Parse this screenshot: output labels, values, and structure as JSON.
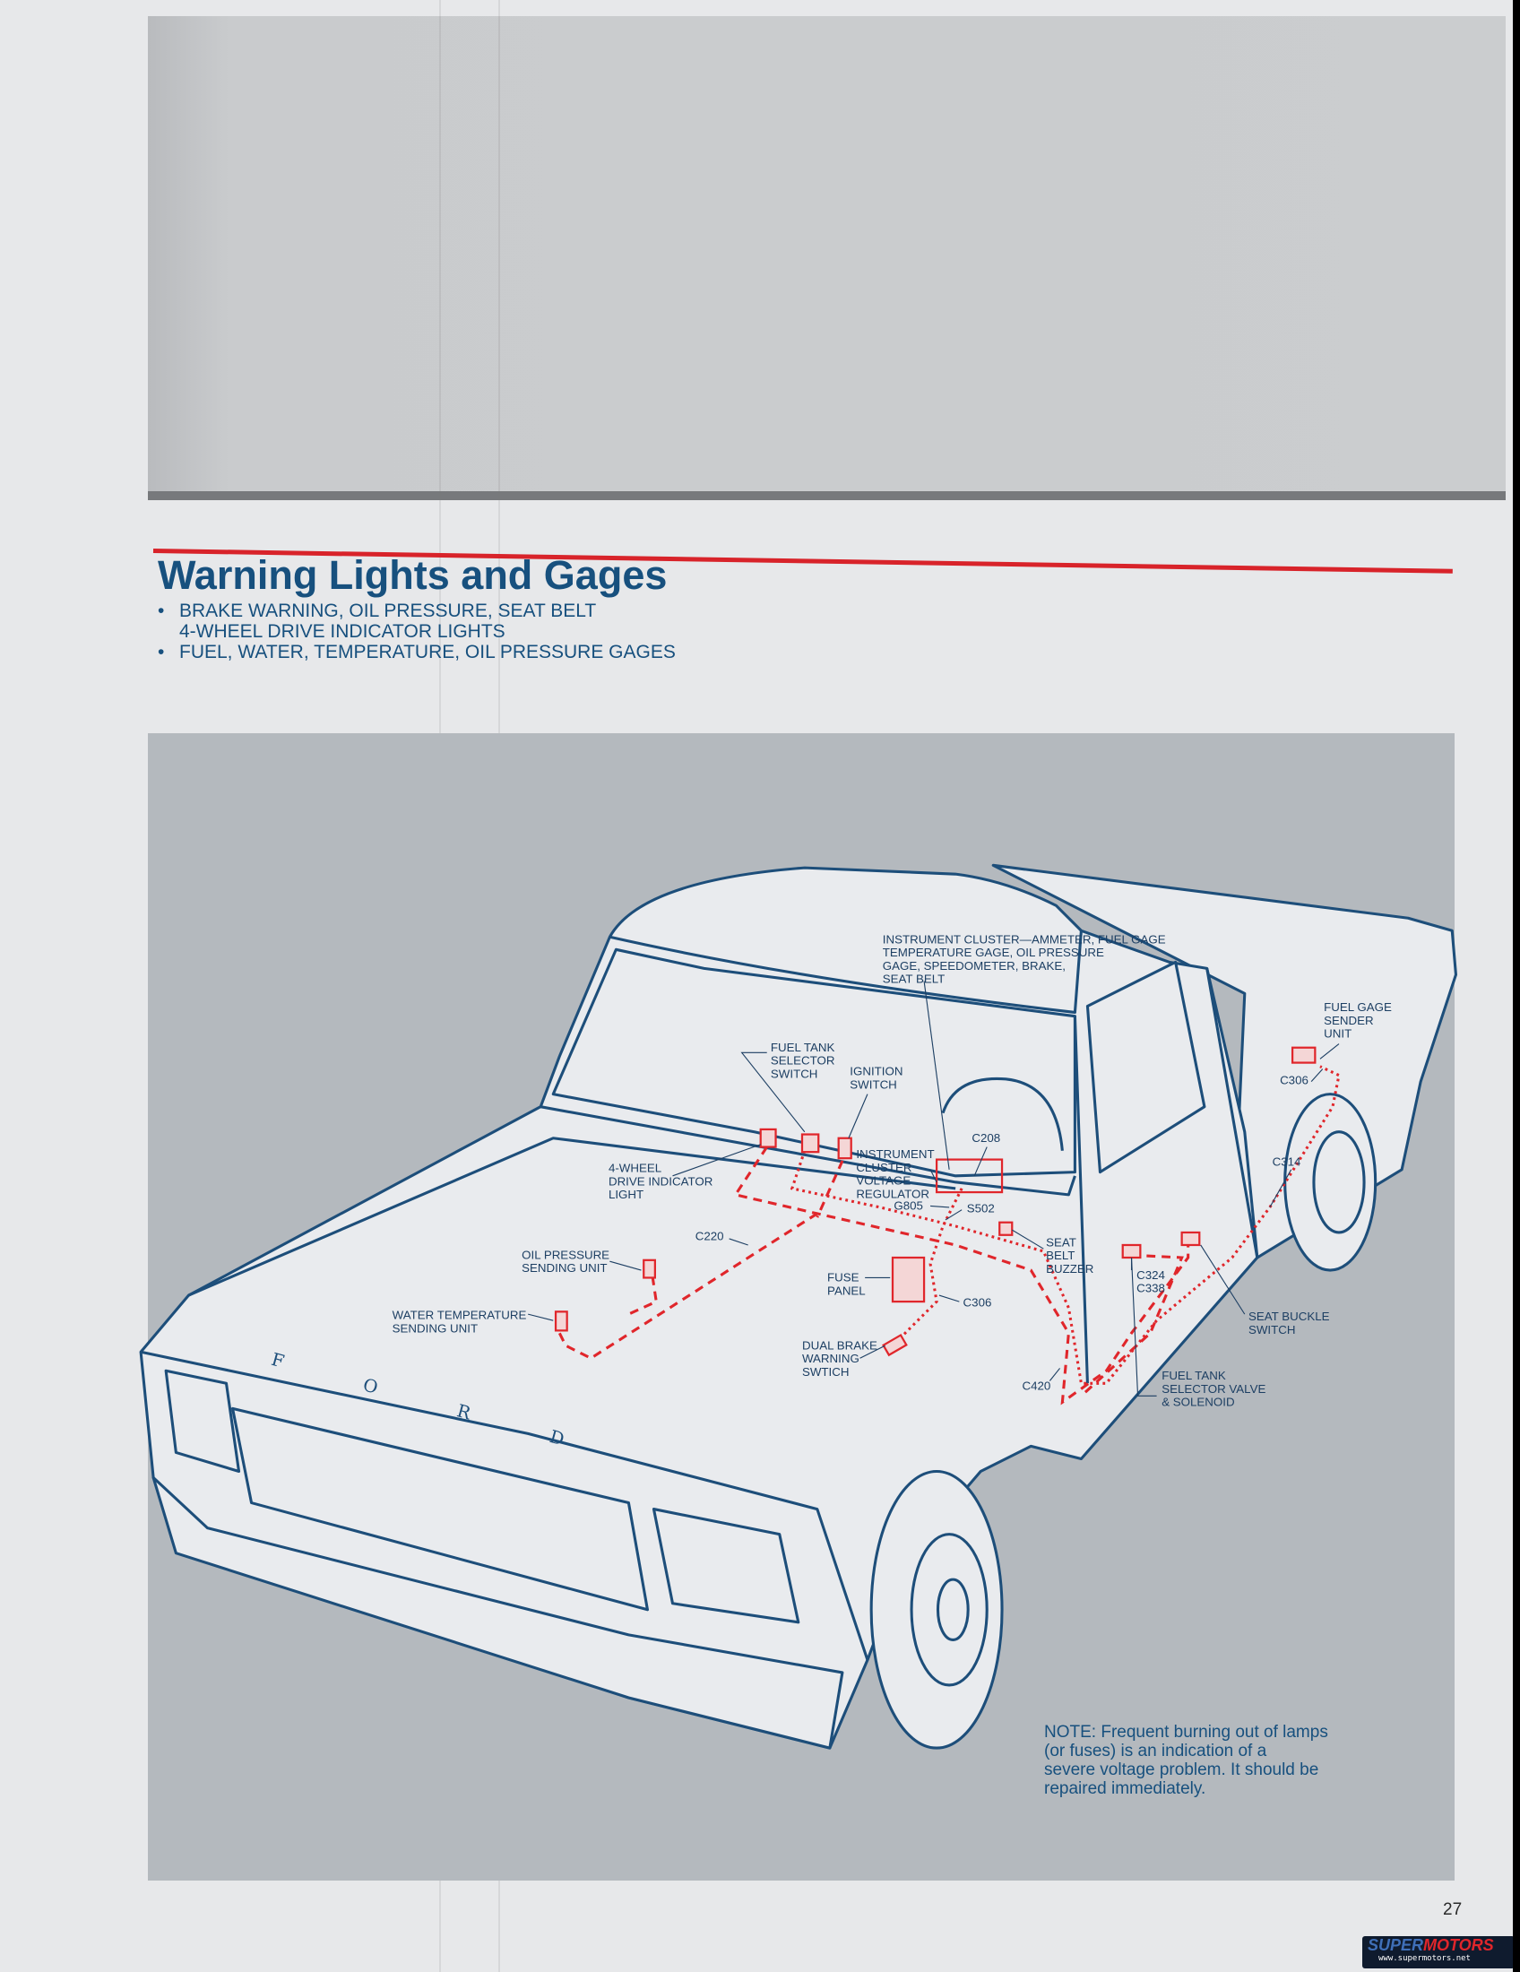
{
  "header": {
    "title": "Warning Lights and Gages",
    "bullets": [
      {
        "lines": [
          "BRAKE WARNING, OIL PRESSURE, SEAT BELT",
          "4-WHEEL DRIVE INDICATOR LIGHTS"
        ]
      },
      {
        "lines": [
          "FUEL, WATER, TEMPERATURE, OIL PRESSURE GAGES"
        ]
      }
    ]
  },
  "diagram": {
    "truck_badge": "FORD",
    "colors": {
      "outline": "#1d4e7a",
      "wiring": "#e0262b",
      "body": "#e9ebee",
      "background": "#b4b9be"
    },
    "labels": [
      {
        "lines": [
          "INSTRUMENT CLUSTER—AMMETER, FUEL GAGE",
          "TEMPERATURE GAGE, OIL PRESSURE",
          "GAGE, SPEEDOMETER, BRAKE,",
          "SEAT BELT"
        ]
      },
      {
        "lines": [
          "FUEL GAGE",
          "SENDER",
          "UNIT"
        ]
      },
      {
        "lines": [
          "C306"
        ]
      },
      {
        "lines": [
          "FUEL TANK",
          "SELECTOR",
          "SWITCH"
        ]
      },
      {
        "lines": [
          "IGNITION",
          "SWITCH"
        ]
      },
      {
        "lines": [
          "C208"
        ]
      },
      {
        "lines": [
          "INSTRUMENT",
          "CLUSTER",
          "VOLTAGE",
          "REGULATOR"
        ]
      },
      {
        "lines": [
          "4-WHEEL",
          "DRIVE INDICATOR",
          "LIGHT"
        ]
      },
      {
        "lines": [
          "C314"
        ]
      },
      {
        "lines": [
          "G805"
        ]
      },
      {
        "lines": [
          "S502"
        ]
      },
      {
        "lines": [
          "C220"
        ]
      },
      {
        "lines": [
          "SEAT",
          "BELT",
          "BUZZER"
        ]
      },
      {
        "lines": [
          "OIL PRESSURE",
          "SENDING UNIT"
        ]
      },
      {
        "lines": [
          "C324",
          "C338"
        ]
      },
      {
        "lines": [
          "FUSE",
          "PANEL"
        ]
      },
      {
        "lines": [
          "C306"
        ]
      },
      {
        "lines": [
          "WATER TEMPERATURE",
          "SENDING UNIT"
        ]
      },
      {
        "lines": [
          "SEAT BUCKLE",
          "SWITCH"
        ]
      },
      {
        "lines": [
          "DUAL BRAKE",
          "WARNING",
          "SWTICH"
        ]
      },
      {
        "lines": [
          "C420"
        ]
      },
      {
        "lines": [
          "FUEL TANK",
          "SELECTOR VALVE",
          "& SOLENOID"
        ]
      }
    ]
  },
  "note": {
    "lines": [
      "NOTE: Frequent burning out of lamps",
      "(or fuses) is an indication of a",
      "severe voltage problem. It should be",
      "repaired immediately."
    ]
  },
  "page_number": "27",
  "watermark": {
    "brand_a": "SUPER",
    "brand_b": "MOTORS",
    "url": "www.supermotors.net"
  }
}
